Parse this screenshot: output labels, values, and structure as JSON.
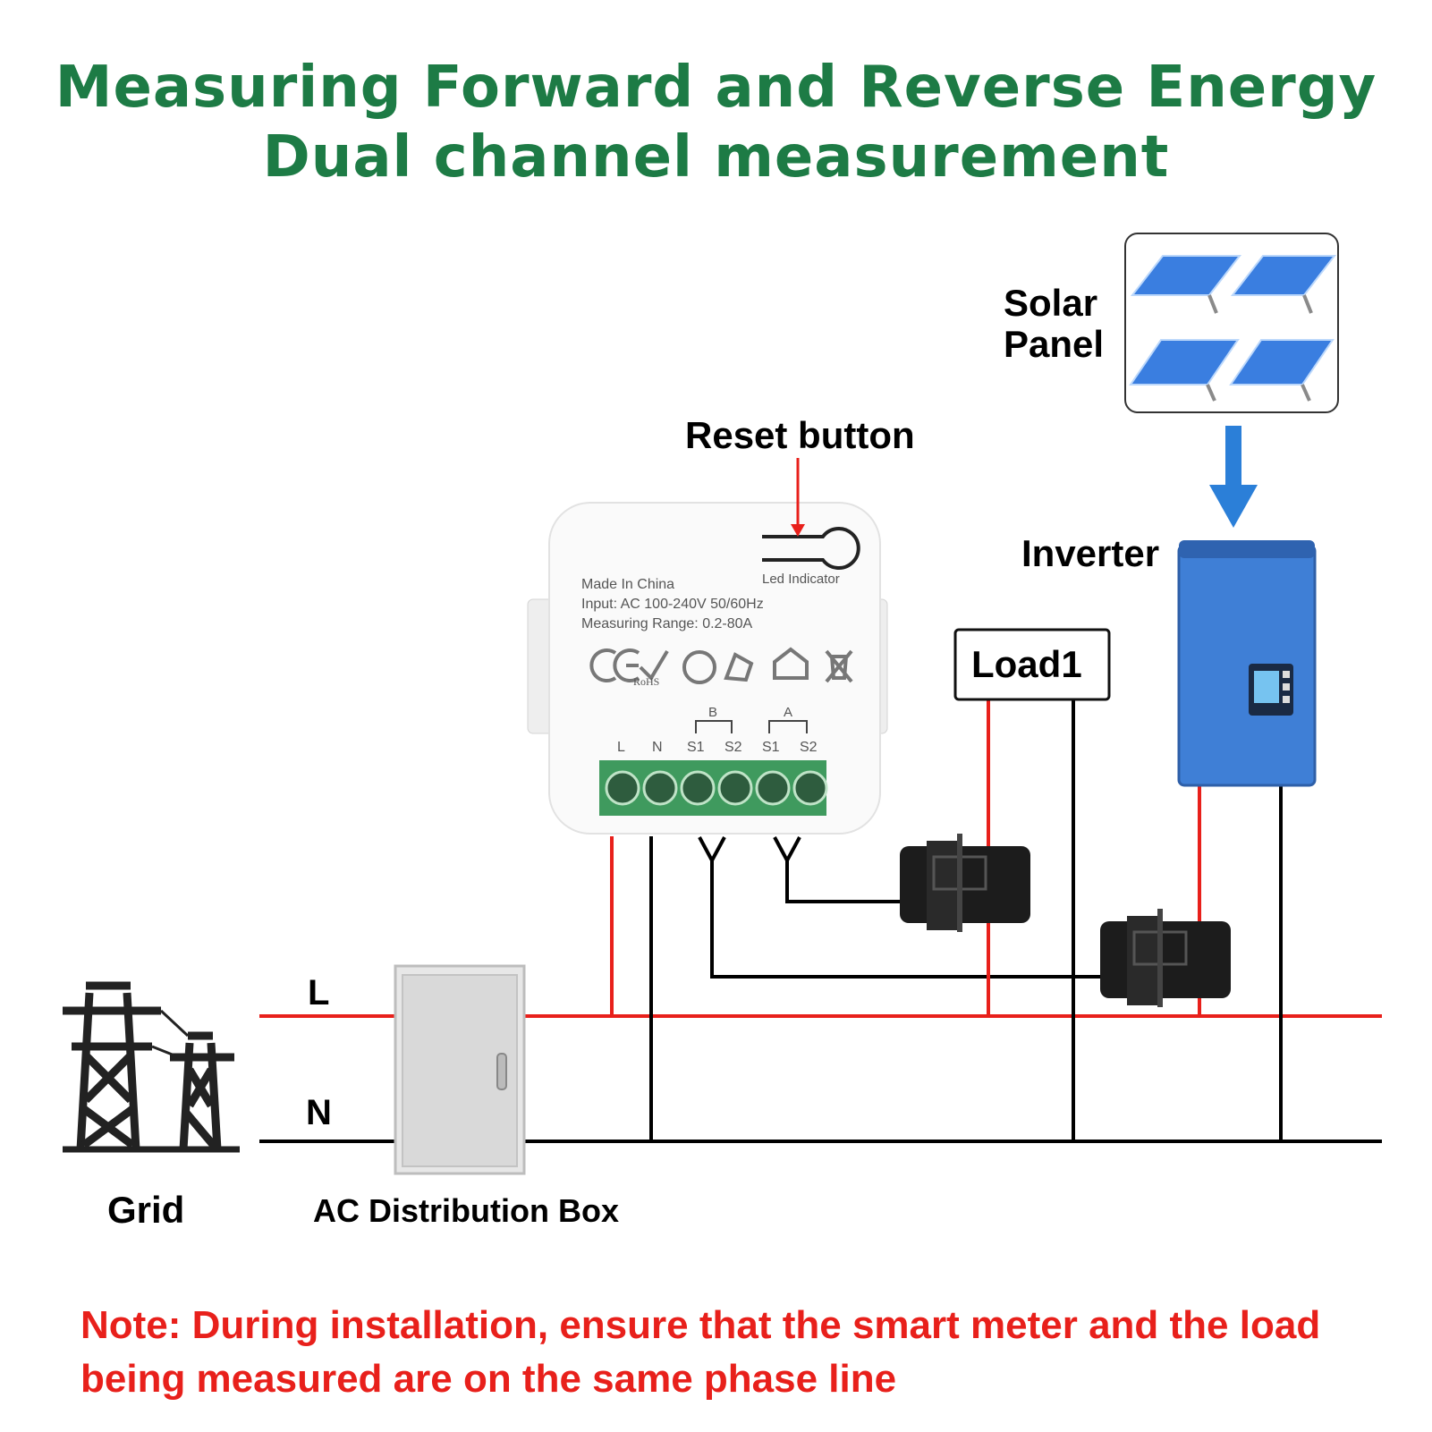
{
  "title": {
    "line1": "Measuring Forward and Reverse Energy",
    "line2": "Dual channel measurement"
  },
  "labels": {
    "solar_line1": "Solar",
    "solar_line2": "Panel",
    "reset_button": "Reset button",
    "inverter": "Inverter",
    "load": "Load1",
    "line_l": "L",
    "line_n": "N",
    "grid": "Grid",
    "distribution_box": "AC Distribution Box"
  },
  "device": {
    "made_in": "Made In China",
    "input": "Input: AC 100-240V 50/60Hz",
    "range": "Measuring Range: 0.2-80A",
    "led": "Led Indicator",
    "rohs": "RoHS",
    "group_b": "B",
    "group_a": "A",
    "terminals": [
      "L",
      "N",
      "S1",
      "S2",
      "S1",
      "S2"
    ]
  },
  "note": "Note: During installation, ensure that the smart meter and the load being measured are on the same phase line",
  "colors": {
    "title": "#1d7b45",
    "live_wire": "#e8201b",
    "neutral_wire": "#000000",
    "note": "#e8201b",
    "terminal_block": "#3f9a5e",
    "arrow": "#2b7fd8",
    "inverter_body": "#3f7fd6"
  }
}
